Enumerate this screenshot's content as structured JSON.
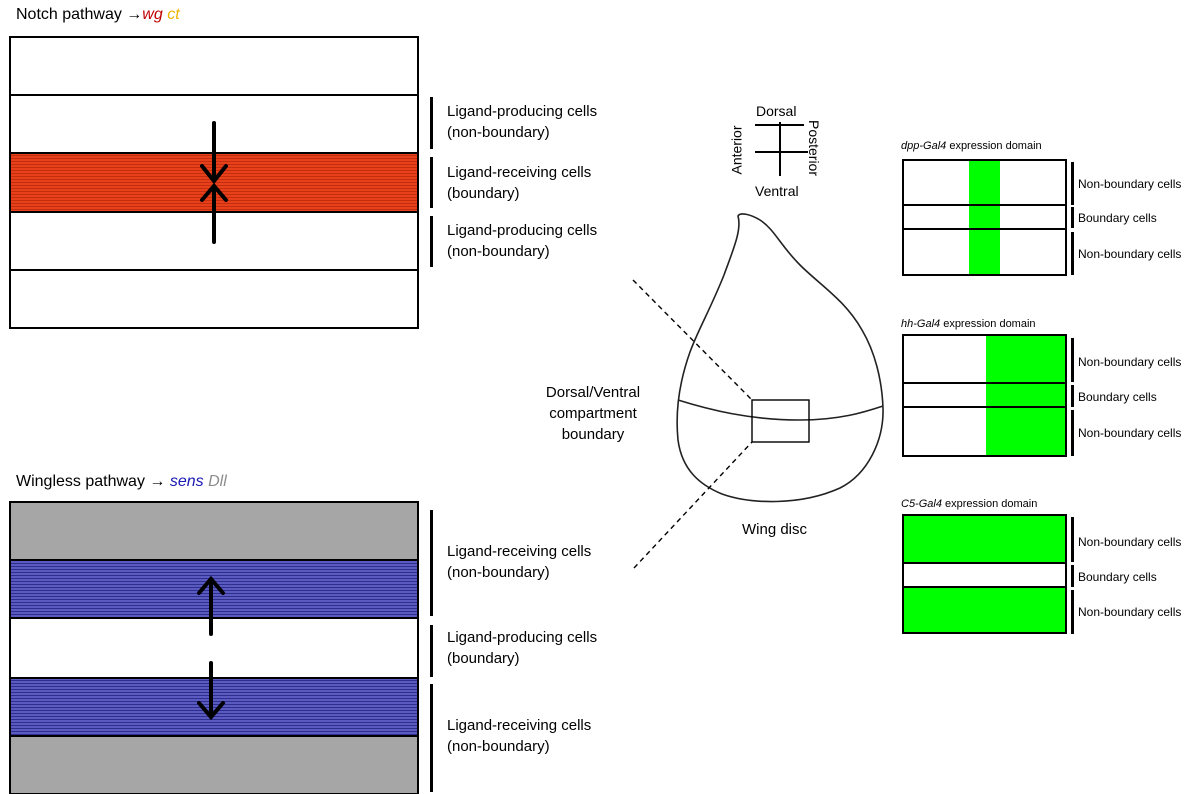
{
  "notch": {
    "title": "Notch pathway →",
    "gene1": "wg",
    "gene2": "ct",
    "labels": [
      {
        "line1": "Ligand-producing cells",
        "line2": "(non-boundary)"
      },
      {
        "line1": "Ligand-receiving cells",
        "line2": "(boundary)"
      },
      {
        "line1": "Ligand-producing cells",
        "line2": "(non-boundary)"
      }
    ]
  },
  "wingless": {
    "title": "Wingless pathway →",
    "gene1": "sens",
    "gene2": "Dll",
    "labels": [
      {
        "line1": "Ligand-receiving cells",
        "line2": "(non-boundary)"
      },
      {
        "line1": "Ligand-producing cells",
        "line2": "(boundary)"
      },
      {
        "line1": "Ligand-receiving cells",
        "line2": "(non-boundary)"
      }
    ]
  },
  "compass": {
    "dorsal": "Dorsal",
    "ventral": "Ventral",
    "anterior": "Anterior",
    "posterior": "Posterior"
  },
  "disc": {
    "boundary_label": [
      "Dorsal/Ventral",
      "compartment",
      "boundary"
    ],
    "name": "Wing disc"
  },
  "domains": [
    {
      "driver": "dpp-Gal4",
      "suffix": " expression domain",
      "rows": [
        "Non-boundary cells",
        "Boundary cells",
        "Non-boundary cells"
      ]
    },
    {
      "driver": "hh-Gal4",
      "suffix": " expression domain",
      "rows": [
        "Non-boundary cells",
        "Boundary cells",
        "Non-boundary cells"
      ]
    },
    {
      "driver": "C5-Gal4",
      "suffix": " expression domain",
      "rows": [
        "Non-boundary cells",
        "Boundary cells",
        "Non-boundary cells"
      ]
    }
  ],
  "colors": {
    "notch_band": "#e8401a",
    "notch_gene1": "#c00000",
    "notch_gene2": "#f0b400",
    "wingless_band": "#4a4ab0",
    "wingless_gene1": "#1a1ab4",
    "wingless_gene2": "#8c8c8c",
    "wingless_outer": "#a6a6a6",
    "gal4_domain": "#00ff00"
  }
}
